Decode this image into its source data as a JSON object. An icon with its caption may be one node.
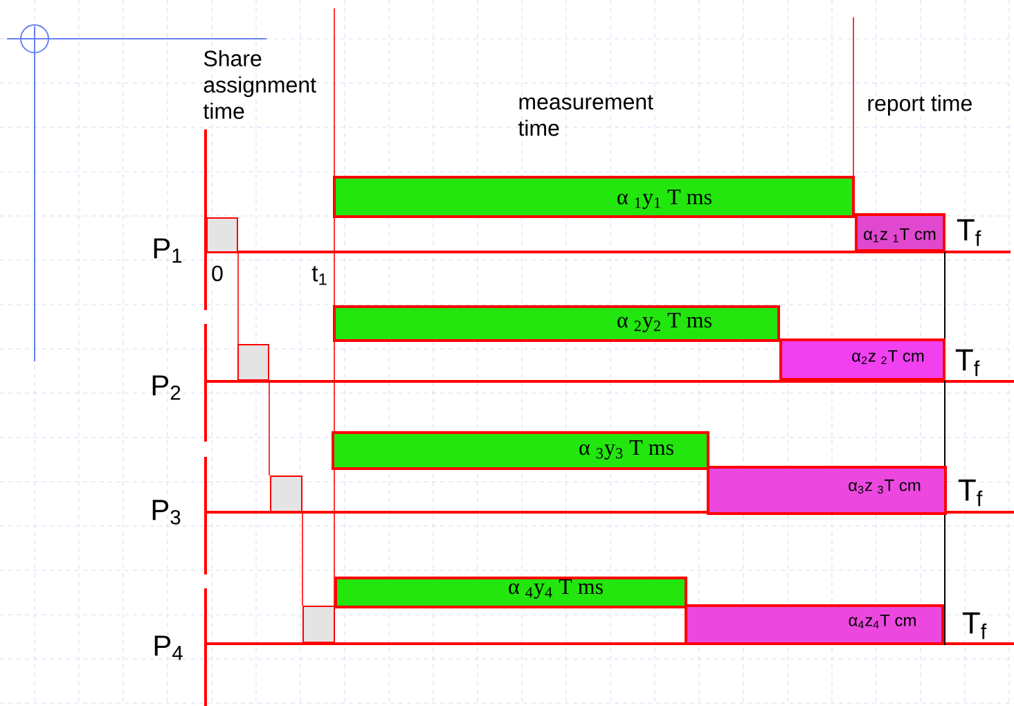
{
  "diagram": {
    "nodes": [
      {
        "text": [
          "α $_{1}$y$_{1}$  T ms"
        ]
      },
      {
        "text": [
          "α $_{2}$y$_{2}$ T ms"
        ]
      },
      {
        "text": [
          "α $_{3}$y$_{3}$  T ms"
        ]
      },
      {
        "text": [
          "α $_{4}$y$_{4}$ T ms"
        ]
      },
      {
        "text": [
          "α$_{1}$z $_{1}$T cm"
        ]
      },
      {
        "text": [
          "α$_{2}$z $_{2}$T cm"
        ]
      },
      {
        "text": [
          "α$_{3}$z $_{3}$T cm"
        ]
      },
      {
        "text": [
          "α$_{4}$z$_{4}$T cm"
        ]
      },
      {
        "text": [],
        "shape": "box"
      },
      {
        "text": [],
        "shape": "box"
      },
      {
        "text": [],
        "shape": "box"
      },
      {
        "text": [],
        "shape": "box"
      }
    ],
    "edges": [
      {
        "from": 8,
        "to": 9,
        "arrow": "none"
      },
      {
        "from": 9,
        "to": 10,
        "arrow": "none"
      },
      {
        "from": 10,
        "to": 11,
        "arrow": "none"
      }
    ],
    "labels": [
      "Share assignment time",
      "measurement time",
      "report time",
      "P$_{1}$",
      "0",
      "t$_{1}$",
      "T$_{f}$",
      "P$_{2}$",
      "T$_{f}$",
      "P$_{3}$",
      "T$_{f}$",
      "P$_{4}$",
      "T$_{f}$"
    ]
  }
}
